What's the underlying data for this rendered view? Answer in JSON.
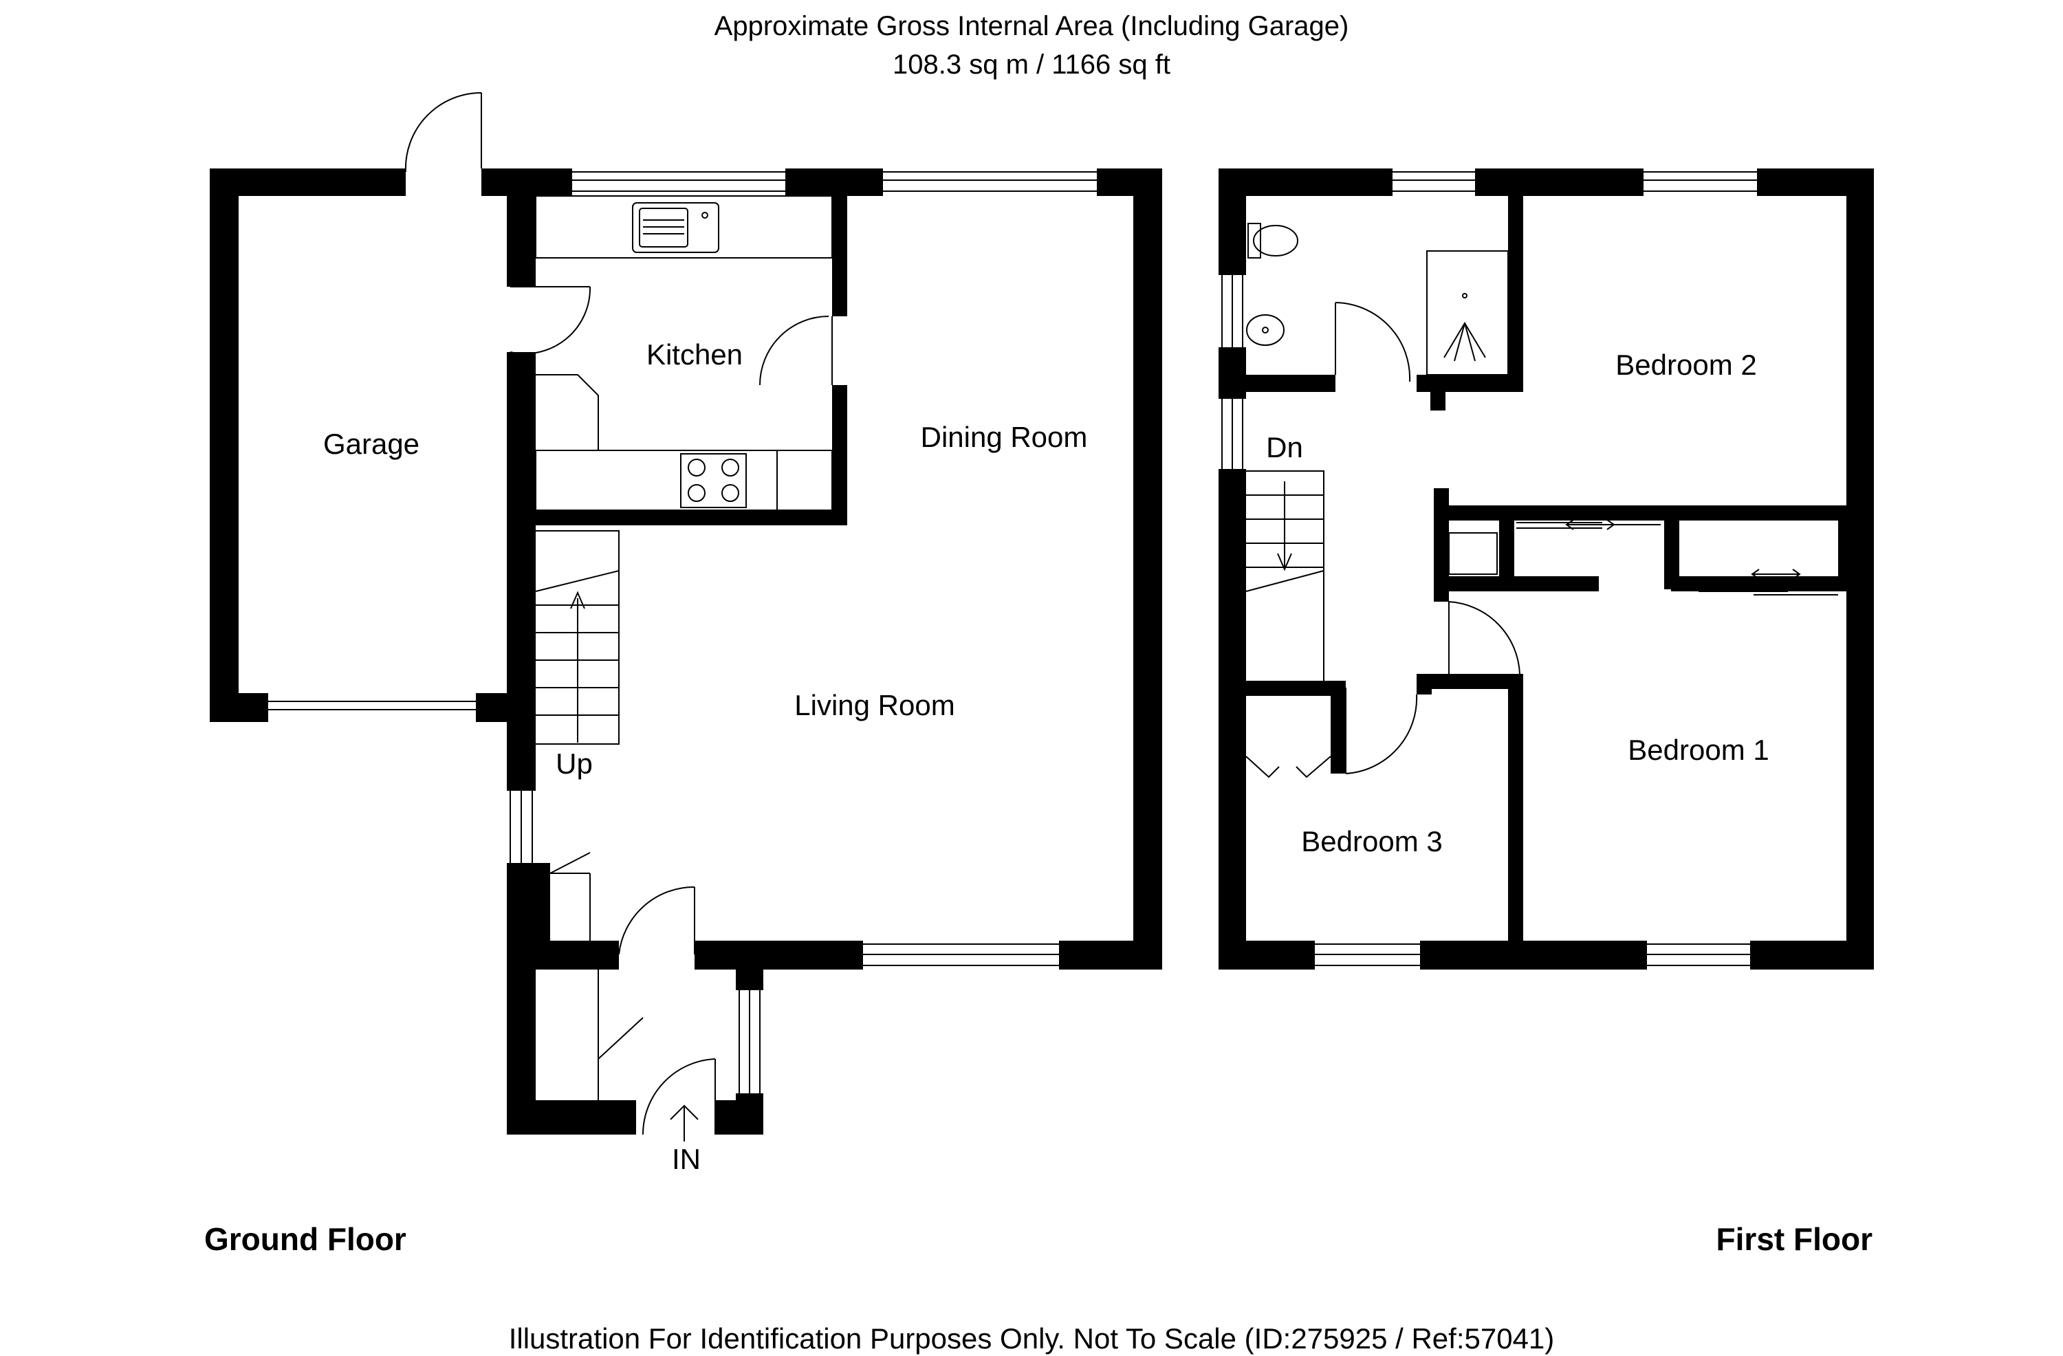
{
  "header": {
    "area_title": "Approximate Gross Internal Area (Including Garage)",
    "area_value": "108.3 sq m / 1166 sq ft"
  },
  "ground_floor": {
    "label": "Ground Floor",
    "rooms": {
      "garage": "Garage",
      "kitchen": "Kitchen",
      "dining_room": "Dining Room",
      "living_room": "Living Room"
    },
    "stairs_label": "Up",
    "entrance_label": "IN"
  },
  "first_floor": {
    "label": "First Floor",
    "rooms": {
      "bedroom_1": "Bedroom 1",
      "bedroom_2": "Bedroom 2",
      "bedroom_3": "Bedroom 3"
    },
    "stairs_label": "Dn"
  },
  "footer": {
    "disclaimer": "Illustration For Identification Purposes Only. Not To Scale (ID:275925 / Ref:57041)"
  }
}
